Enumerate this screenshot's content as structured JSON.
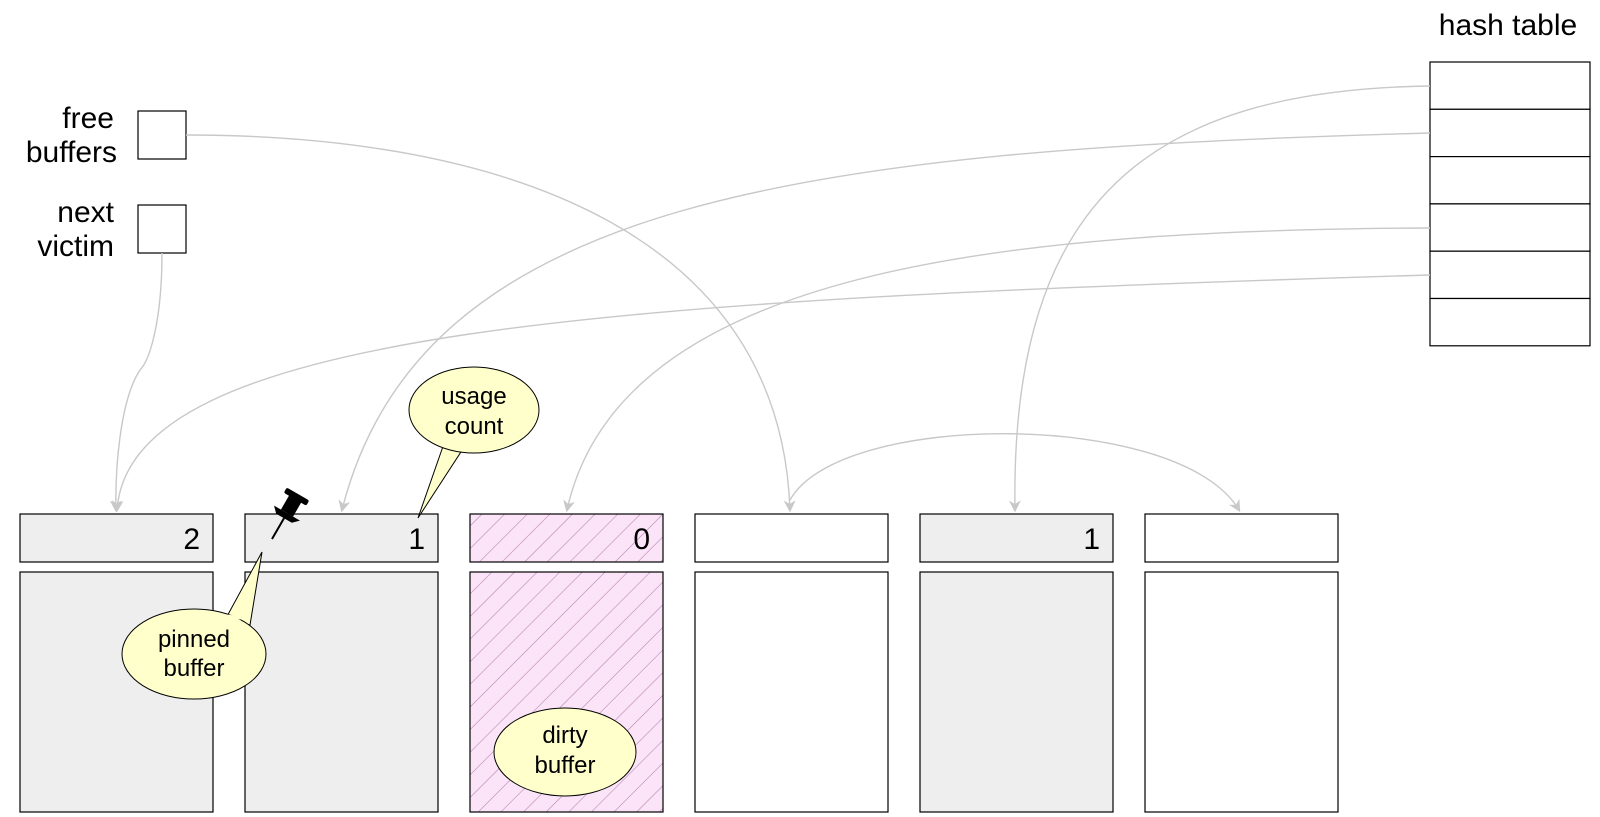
{
  "hash_table": {
    "title": "hash table",
    "slot_count": 6
  },
  "pointers": [
    {
      "id": "free",
      "label_lines": [
        "free",
        "buffers"
      ]
    },
    {
      "id": "victim",
      "label_lines": [
        "next",
        "victim"
      ]
    }
  ],
  "buffers": [
    {
      "usage_count": "2",
      "state": "used"
    },
    {
      "usage_count": "1",
      "state": "used",
      "pinned": true
    },
    {
      "usage_count": "0",
      "state": "dirty"
    },
    {
      "usage_count": "",
      "state": "free"
    },
    {
      "usage_count": "1",
      "state": "used"
    },
    {
      "usage_count": "",
      "state": "free"
    }
  ],
  "callouts": {
    "usage_count": [
      "usage",
      "count"
    ],
    "pinned": [
      "pinned",
      "buffer"
    ],
    "dirty": [
      "dirty",
      "buffer"
    ]
  },
  "colors": {
    "used_fill": "#eeeeee",
    "dirty_fill": "#fce4f8",
    "dirty_hatch": "#b887b0",
    "callout_fill": "#ffffcc",
    "arrow": "#c8c8c8",
    "outline": "#000000"
  }
}
